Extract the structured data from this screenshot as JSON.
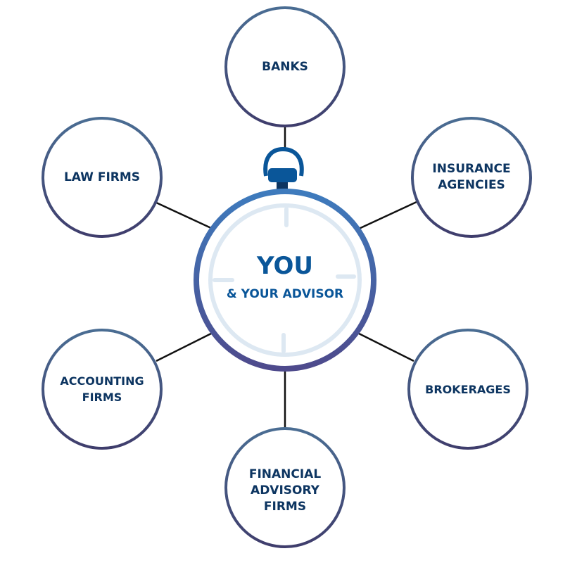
{
  "hub": {
    "title": "YOU",
    "subtitle": "& YOUR ADVISOR"
  },
  "nodes": [
    {
      "id": "banks",
      "label": "BANKS"
    },
    {
      "id": "insurance",
      "label": "INSURANCE\nAGENCIES"
    },
    {
      "id": "brokerages",
      "label": "BROKERAGES"
    },
    {
      "id": "financial",
      "label": "FINANCIAL\nADVISORY\nFIRMS"
    },
    {
      "id": "accounting",
      "label": "ACCOUNTING\nFIRMS"
    },
    {
      "id": "law",
      "label": "LAW FIRMS"
    }
  ],
  "colors": {
    "text": "#0d3561",
    "hub_text": "#0a5699",
    "ring_top": "#4a6d93",
    "ring_bottom": "#3f3d6c",
    "hub_top": "#3e7bbd",
    "hub_bottom": "#4e4a8c",
    "dial": "#dde8f2",
    "connector": "#111111"
  }
}
